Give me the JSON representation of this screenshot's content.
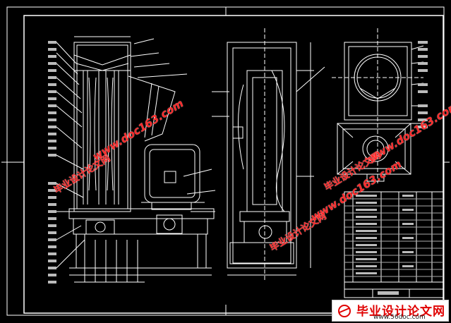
{
  "drawing": {
    "background": "#000000",
    "line_color": "#ffffff"
  },
  "watermarks": [
    {
      "text": "毕业设计论文网"
    },
    {
      "text": "www.doc163.com"
    },
    {
      "text": "毕业设计论文网"
    },
    {
      "text": "www.doc163.com"
    },
    {
      "text": "毕业设计论文网"
    },
    {
      "text": "www.doc163.com"
    }
  ],
  "logo": {
    "title": "毕业设计论文网",
    "url": "www.56doc.com",
    "color": "#e00000"
  }
}
